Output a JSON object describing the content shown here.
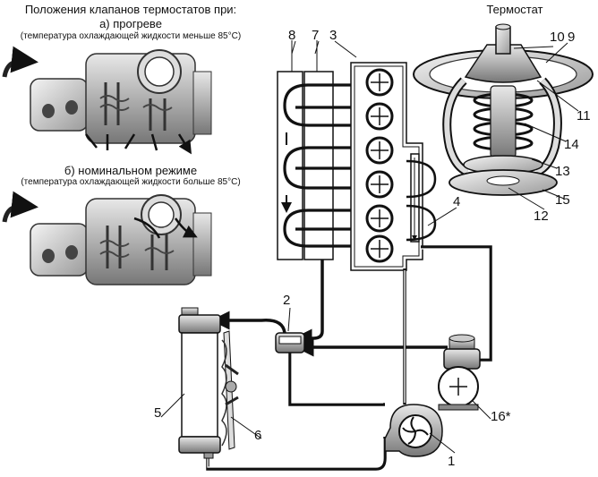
{
  "captions": {
    "main_title": "Положения клапанов термостатов при:",
    "mode_a_title": "а) прогреве",
    "mode_a_note": "(температура охлаждающей жидкости меньше 85°С)",
    "mode_b_title": "б) номинальном режиме",
    "mode_b_note": "(температура охлаждающей жидкости больше 85°С)",
    "thermostat_title": "Термостат"
  },
  "labels": {
    "radiator_tank": "8",
    "radiator_core": "7",
    "engine_block": "3",
    "thermostat_housing": "4",
    "thermostat_valve": "2",
    "radiator": "5",
    "fan": "6",
    "pump": "1",
    "heater": "16*",
    "th_10": "10",
    "th_9": "9",
    "th_11": "11",
    "th_14": "14",
    "th_13": "13",
    "th_15": "15",
    "th_12": "12"
  }
}
